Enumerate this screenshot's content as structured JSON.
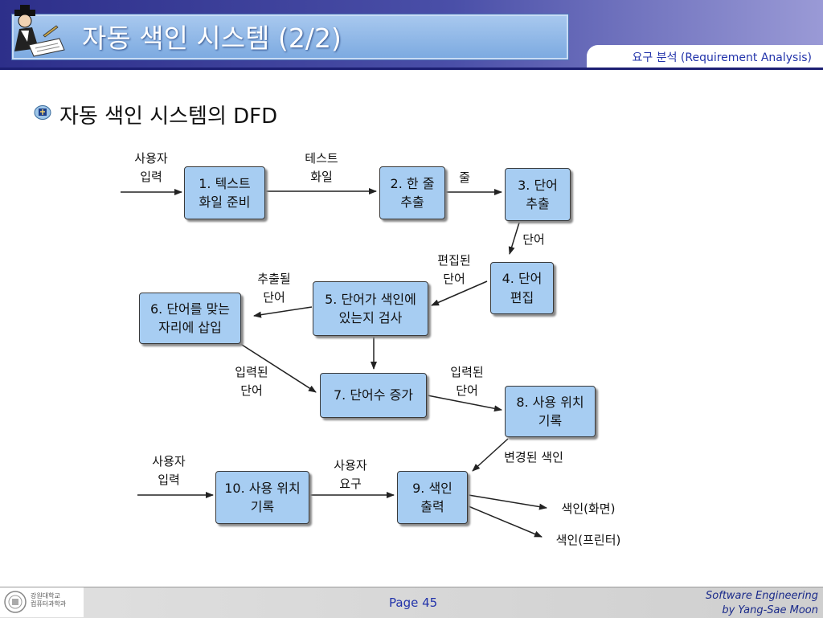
{
  "header": {
    "title": "자동 색인 시스템 (2/2)",
    "subtitle": "요구 분석 (Requirement Analysis)",
    "colors": {
      "banner": "#2d2f8a",
      "title_box": "#7ba9e0",
      "subtitle": "#2233aa"
    }
  },
  "bullet": {
    "text": "자동 색인 시스템의 DFD"
  },
  "dfd": {
    "processes": [
      {
        "id": "p1",
        "text": "1. 텍스트\n화일 준비"
      },
      {
        "id": "p2",
        "text": "2. 한 줄\n추출"
      },
      {
        "id": "p3",
        "text": "3. 단어\n추출"
      },
      {
        "id": "p4",
        "text": "4. 단어\n편집"
      },
      {
        "id": "p5",
        "text": "5. 단어가 색인에\n있는지 검사"
      },
      {
        "id": "p6",
        "text": "6. 단어를 맞는\n자리에 삽입"
      },
      {
        "id": "p7",
        "text": "7. 단어수 증가"
      },
      {
        "id": "p8",
        "text": "8. 사용 위치\n기록"
      },
      {
        "id": "p9",
        "text": "9. 색인\n출력"
      },
      {
        "id": "p10",
        "text": "10. 사용 위치\n기록"
      }
    ],
    "flows": [
      {
        "id": "f_user_input_1",
        "label": "사용자\n입력"
      },
      {
        "id": "f_text_file",
        "label": "테스트\n화일"
      },
      {
        "id": "f_line",
        "label": "줄"
      },
      {
        "id": "f_word",
        "label": "단어"
      },
      {
        "id": "f_edited_word",
        "label": "편집된\n단어"
      },
      {
        "id": "f_extracted_word",
        "label": "추출될\n단어"
      },
      {
        "id": "f_input_word_left",
        "label": "입력된\n단어"
      },
      {
        "id": "f_input_word_right",
        "label": "입력된\n단어"
      },
      {
        "id": "f_changed_index",
        "label": "변경된 색인"
      },
      {
        "id": "f_user_input_2",
        "label": "사용자\n입력"
      },
      {
        "id": "f_user_request",
        "label": "사용자\n요구"
      },
      {
        "id": "f_index_screen",
        "label": "색인(화면)"
      },
      {
        "id": "f_index_printer",
        "label": "색인(프린터)"
      }
    ],
    "colors": {
      "process_fill": "#a7cdf2",
      "process_border": "#3a3a3a",
      "arrow": "#222222"
    }
  },
  "footer": {
    "univ": "강원대학교\n컴퓨터과학과",
    "page": "Page 45",
    "course": "Software Engineering\nby Yang-Sae Moon"
  }
}
